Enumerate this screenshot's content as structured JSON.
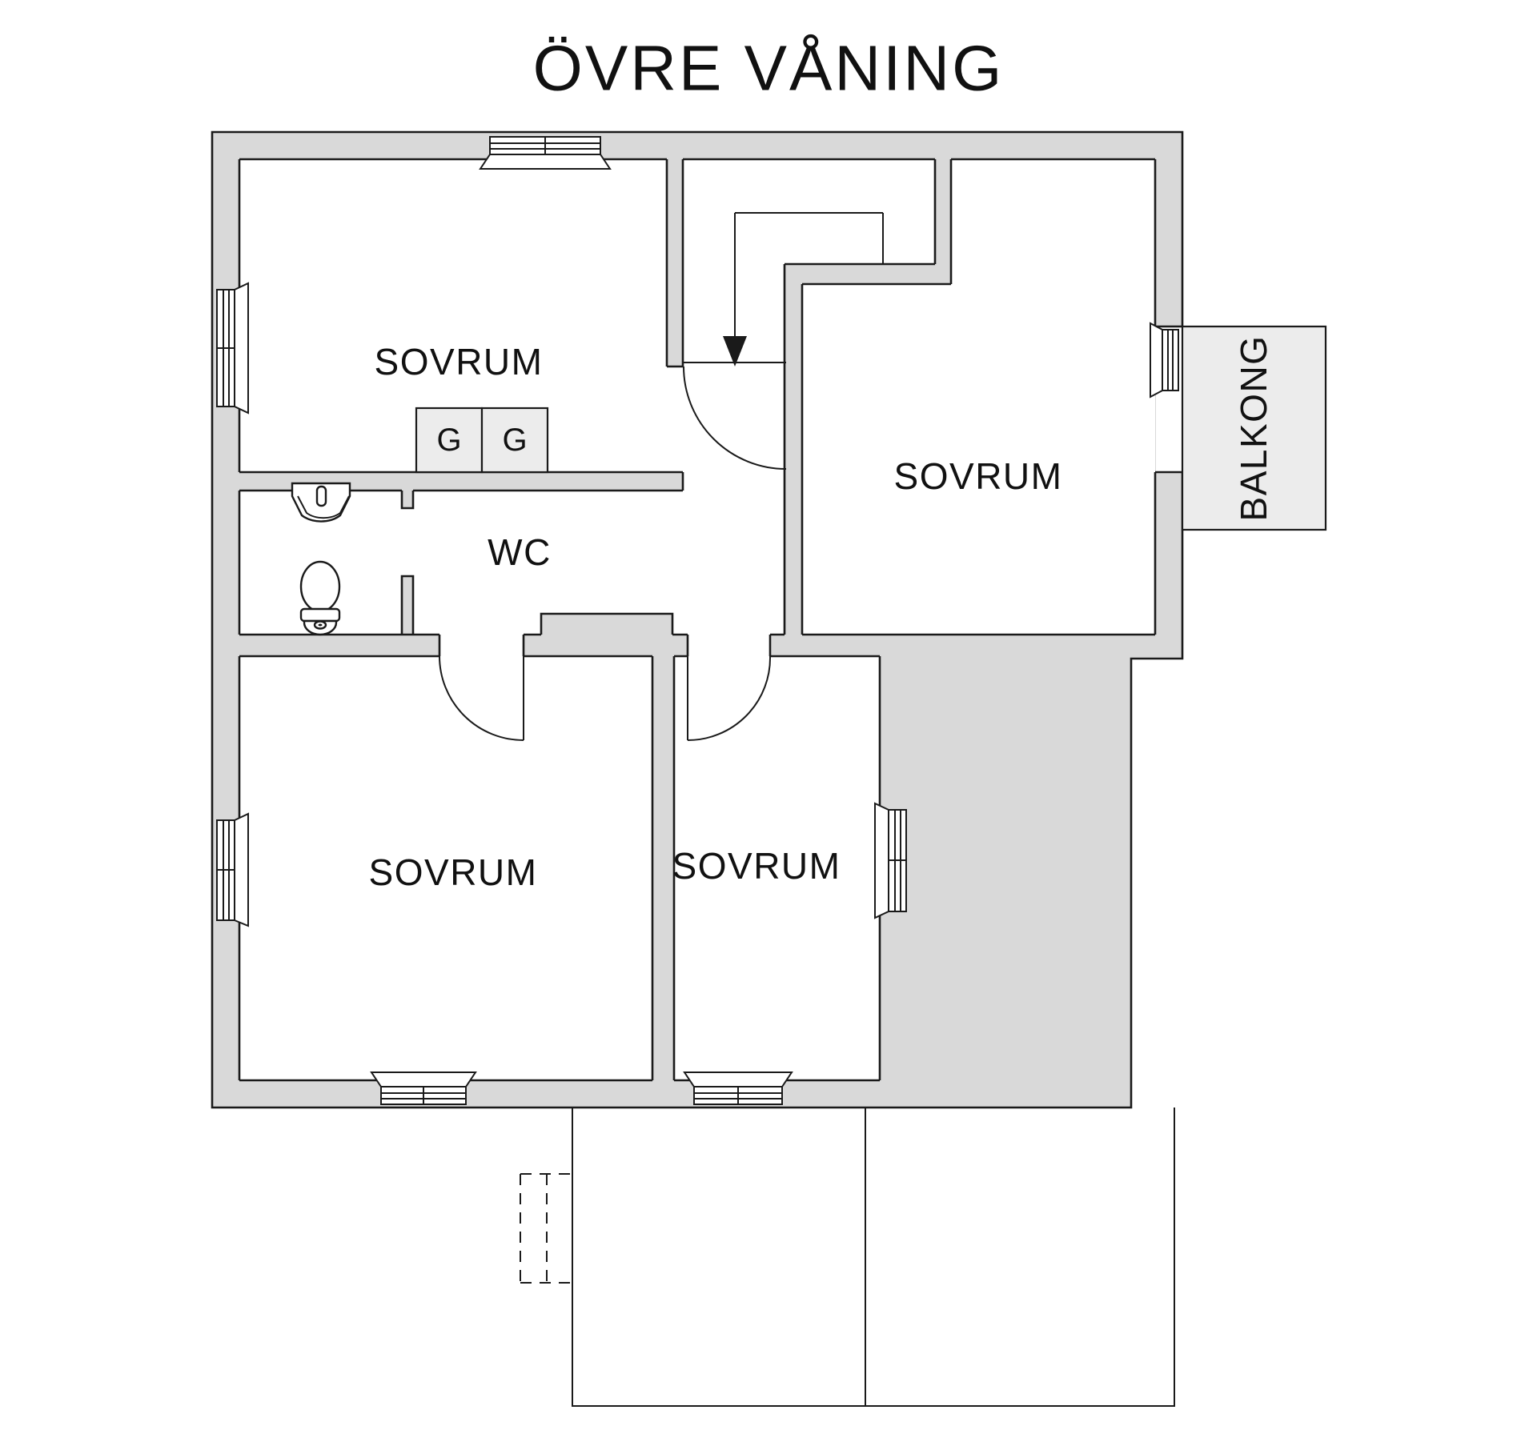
{
  "title": "ÖVRE VÅNING",
  "floor_plan": {
    "rooms": {
      "bedroom_top_left": {
        "label": "SOVRUM"
      },
      "bedroom_top_right": {
        "label": "SOVRUM"
      },
      "bedroom_bottom_left": {
        "label": "SOVRUM"
      },
      "bedroom_bottom_middle": {
        "label": "SOVRUM"
      },
      "wc": {
        "label": "WC"
      },
      "balcony": {
        "label": "BALKONG"
      }
    },
    "wardrobes": {
      "left": "G",
      "right": "G"
    },
    "features": [
      "stairs-down-arrow",
      "sink",
      "toilet",
      "windows",
      "door-swings",
      "chimney-dashed",
      "lower-roof-outline"
    ]
  },
  "colors": {
    "wall_fill": "#d9d9d9",
    "light_fill": "#ececec",
    "line": "#1a1a1a",
    "background": "#ffffff"
  }
}
